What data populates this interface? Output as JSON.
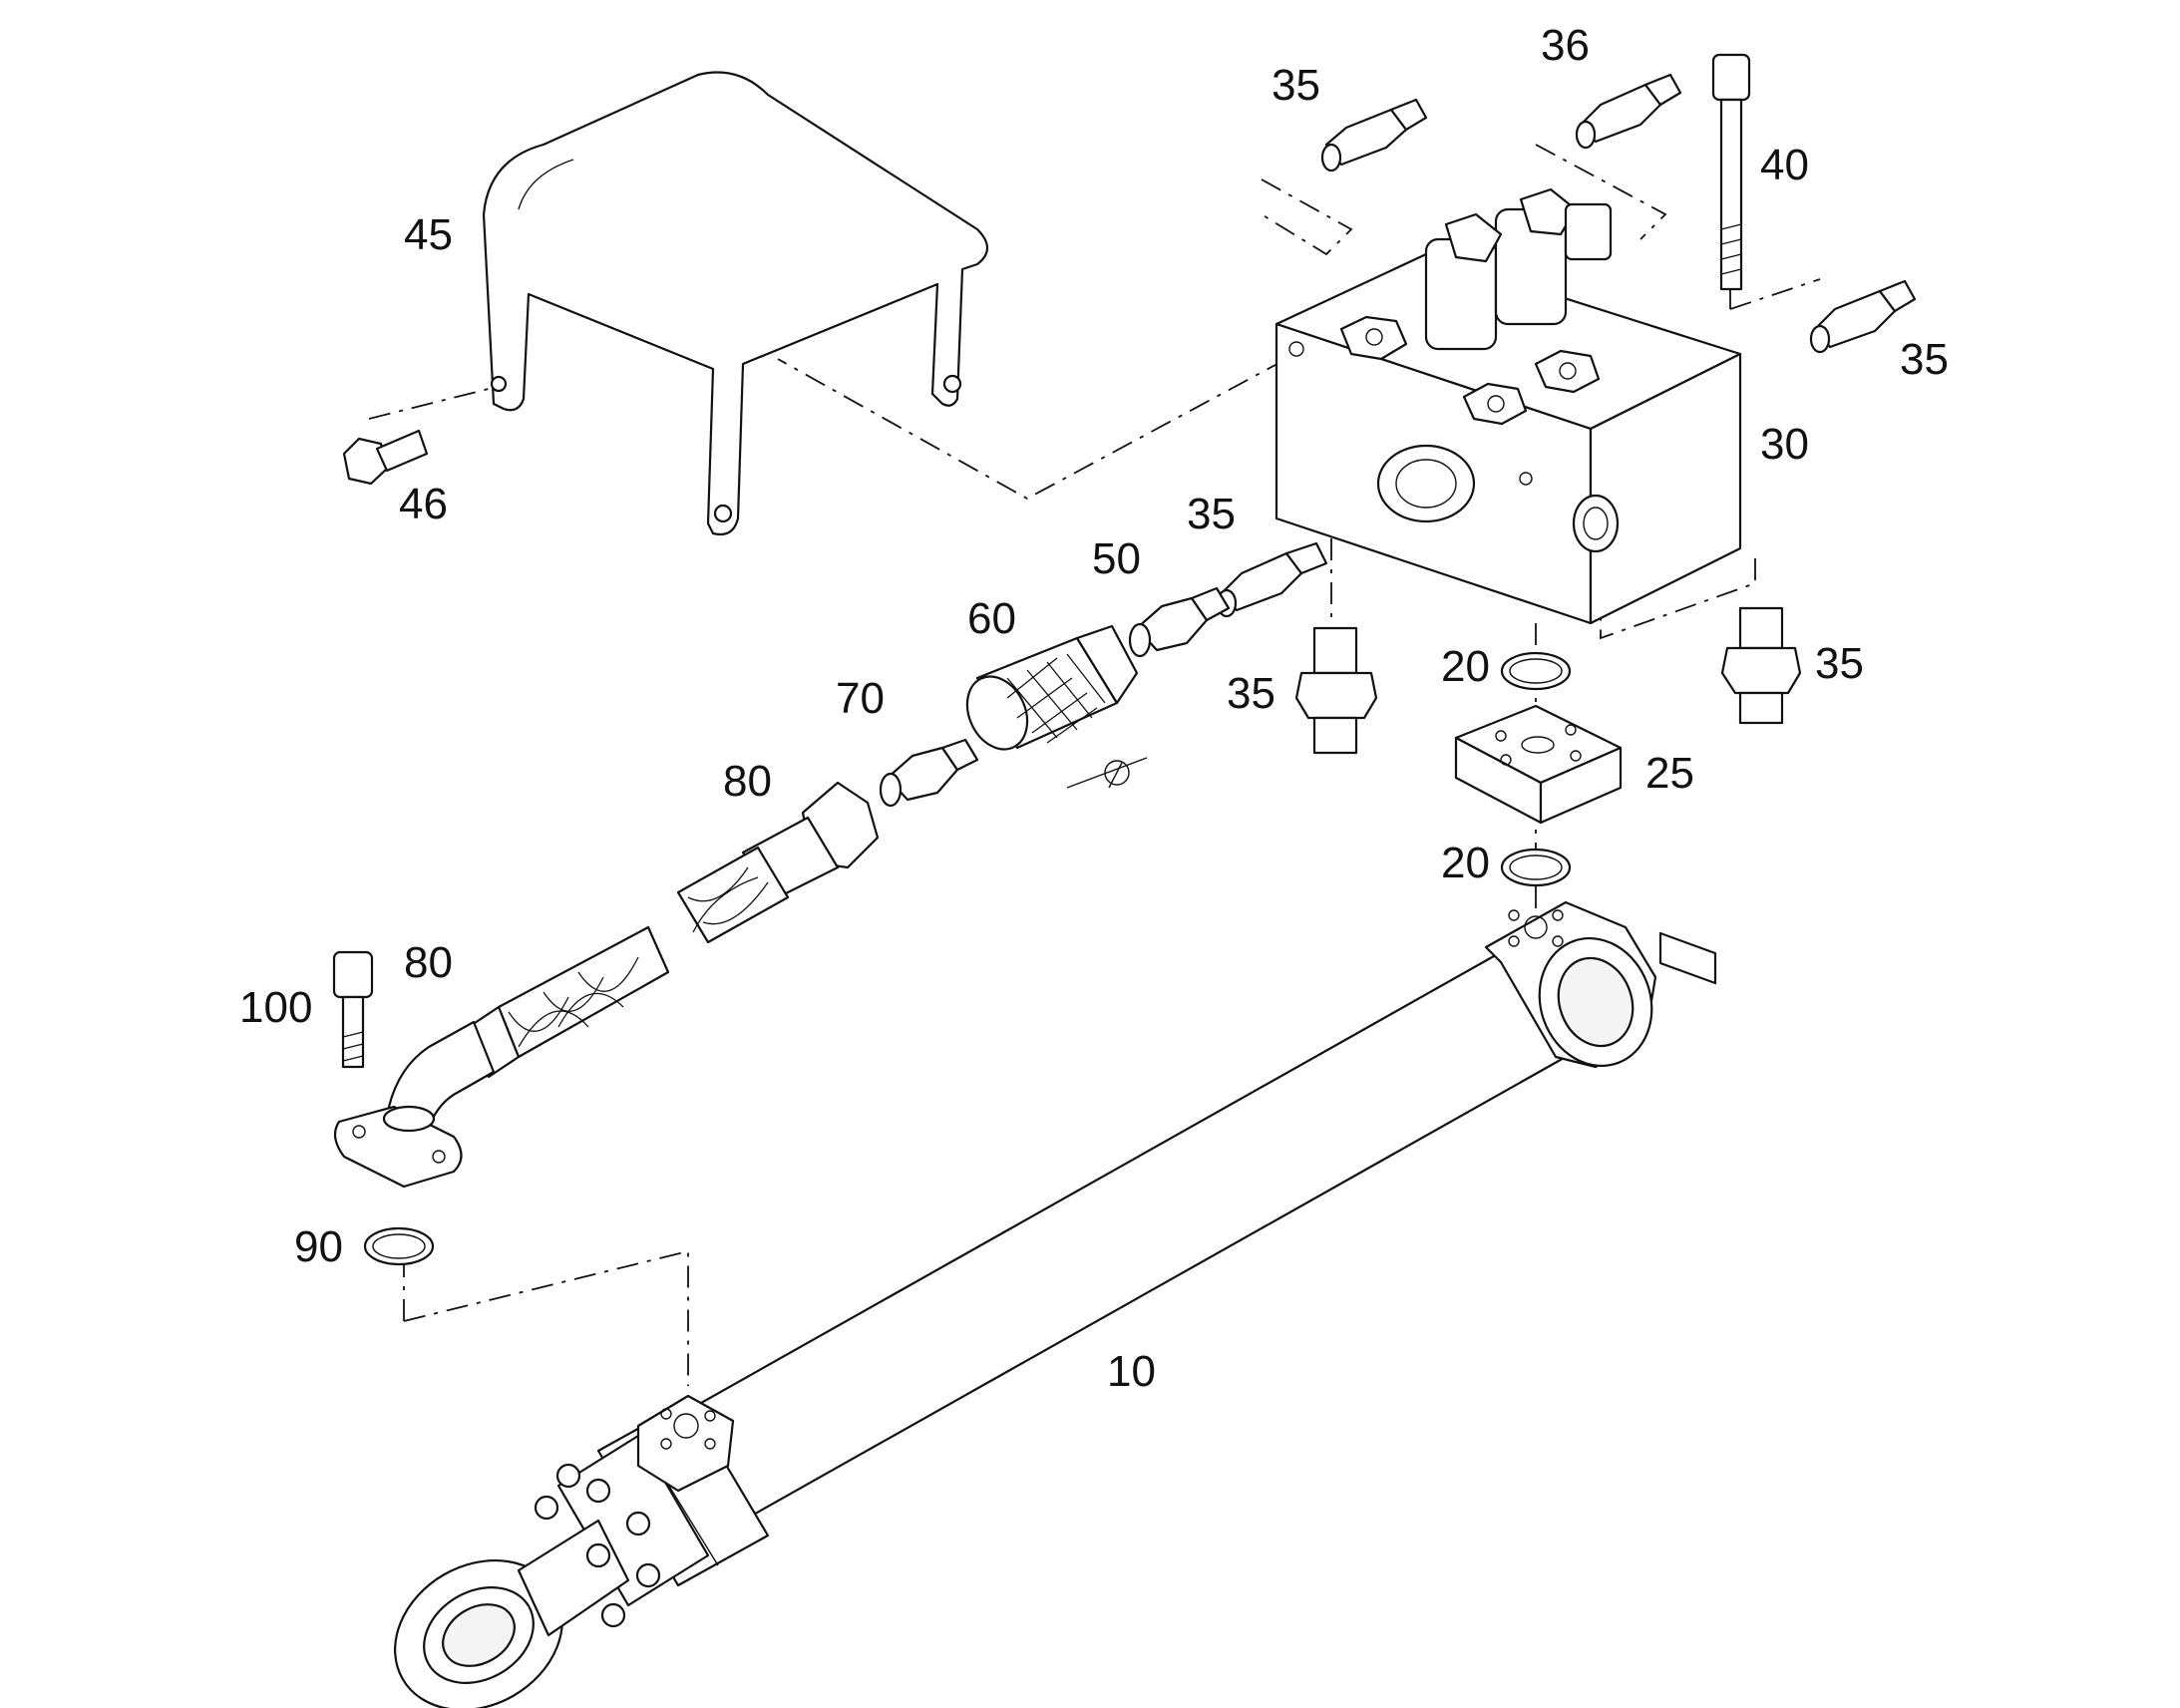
{
  "callouts": [
    {
      "id": "c-10",
      "text": "10"
    },
    {
      "id": "c-20a",
      "text": "20"
    },
    {
      "id": "c-20b",
      "text": "20"
    },
    {
      "id": "c-25",
      "text": "25"
    },
    {
      "id": "c-30",
      "text": "30"
    },
    {
      "id": "c-35a",
      "text": "35"
    },
    {
      "id": "c-35b",
      "text": "35"
    },
    {
      "id": "c-35c",
      "text": "35"
    },
    {
      "id": "c-35d",
      "text": "35"
    },
    {
      "id": "c-35e",
      "text": "35"
    },
    {
      "id": "c-36",
      "text": "36"
    },
    {
      "id": "c-40",
      "text": "40"
    },
    {
      "id": "c-45",
      "text": "45"
    },
    {
      "id": "c-46",
      "text": "46"
    },
    {
      "id": "c-50",
      "text": "50"
    },
    {
      "id": "c-60",
      "text": "60"
    },
    {
      "id": "c-70",
      "text": "70"
    },
    {
      "id": "c-80a",
      "text": "80"
    },
    {
      "id": "c-80b",
      "text": "80"
    },
    {
      "id": "c-90",
      "text": "90"
    },
    {
      "id": "c-100",
      "text": "100"
    }
  ]
}
